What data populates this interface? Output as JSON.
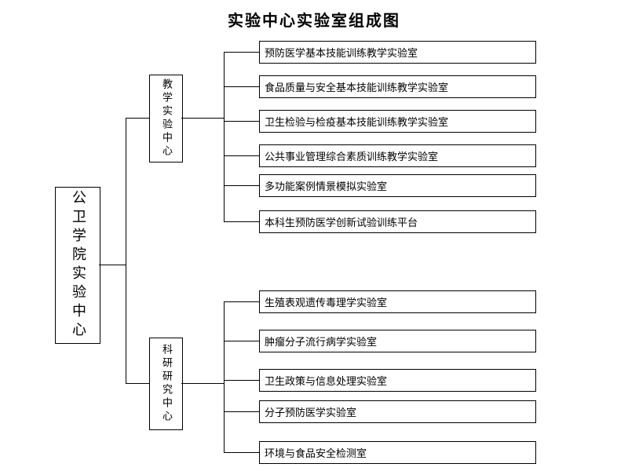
{
  "title": "实验中心实验室组成图",
  "root": {
    "label": "公卫学院实验中心"
  },
  "branches": [
    {
      "label": "教学实验中心",
      "leaves": [
        "预防医学基本技能训练教学实验室",
        "食品质量与安全基本技能训练教学实验室",
        "卫生检验与检疫基本技能训练教学实验室",
        "公共事业管理综合素质训练教学实验室",
        "多功能案例情景模拟实验室",
        "本科生预防医学创新试验训练平台"
      ]
    },
    {
      "label": "科研研究中心",
      "leaves": [
        "生殖表观遗传毒理学实验室",
        "肿瘤分子流行病学实验室",
        "卫生政策与信息处理实验室",
        "分子预防医学实验室",
        "环境与食品安全检测室"
      ]
    }
  ],
  "colors": {
    "background": "#ffffff",
    "border": "#000000",
    "line": "#000000",
    "text": "#000000"
  }
}
